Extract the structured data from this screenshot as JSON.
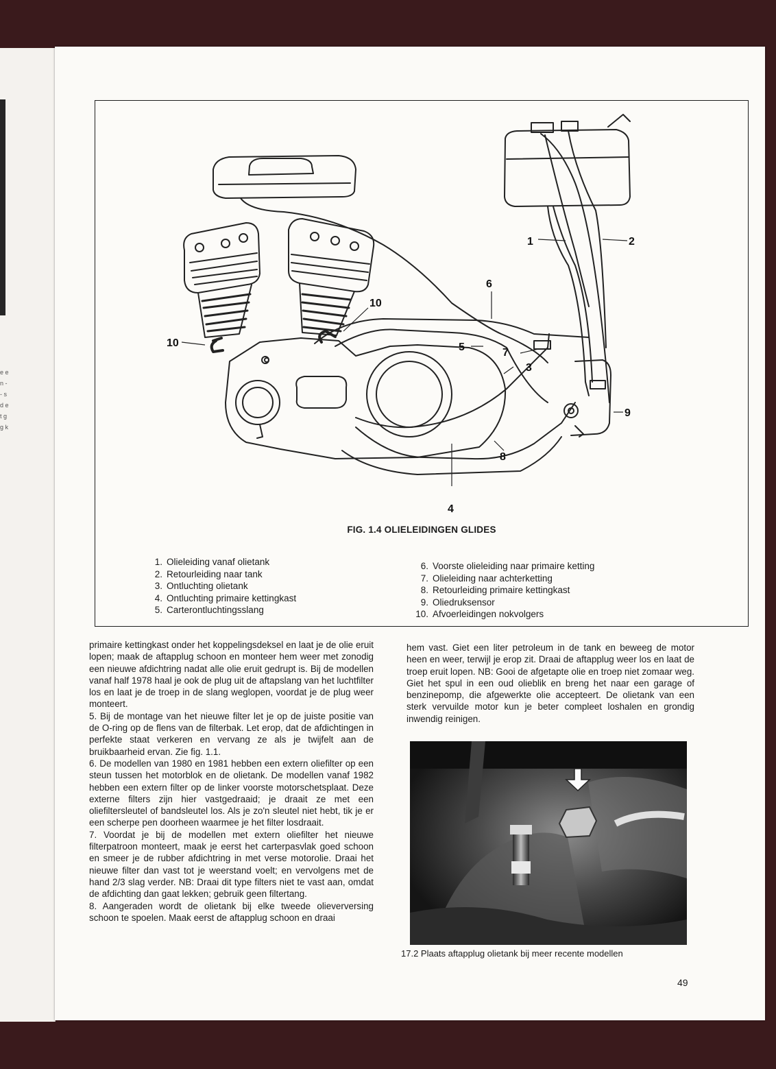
{
  "figure": {
    "title": "FIG. 1.4 OLIELEIDINGEN GLIDES",
    "callouts": [
      "1",
      "2",
      "3",
      "4",
      "5",
      "6",
      "7",
      "8",
      "9",
      "10",
      "10"
    ],
    "legend_left": [
      {
        "n": "1.",
        "text": "Olieleiding vanaf olietank"
      },
      {
        "n": "2.",
        "text": "Retourleiding naar tank"
      },
      {
        "n": "3.",
        "text": "Ontluchting olietank"
      },
      {
        "n": "4.",
        "text": "Ontluchting primaire kettingkast"
      },
      {
        "n": "5.",
        "text": "Carterontluchtingsslang"
      }
    ],
    "legend_right": [
      {
        "n": "6.",
        "text": "Voorste olieleiding naar primaire ketting"
      },
      {
        "n": "7.",
        "text": "Olieleiding naar achterketting"
      },
      {
        "n": "8.",
        "text": "Retourleiding primaire kettingkast"
      },
      {
        "n": "9.",
        "text": "Oliedruksensor"
      },
      {
        "n": "10.",
        "text": "Afvoerleidingen nokvolgers"
      }
    ]
  },
  "text_left": [
    "primaire kettingkast onder het koppelingsdeksel en laat je de olie eruit lopen; maak de aftapplug schoon en monteer hem weer met zonodig een nieuwe afdichtring nadat alle olie eruit gedrupt is. Bij de modellen vanaf half 1978 haal je ook de plug uit de aftapslang van het luchtfilter los en laat je de troep in de slang weglopen, voordat je de plug weer monteert.",
    "5. Bij de montage van het nieuwe filter let je op de juiste positie van de O-ring op de flens van de filterbak. Let erop, dat de afdichtingen in perfekte staat verkeren en vervang ze als je twijfelt aan de bruikbaarheid ervan. Zie fig. 1.1.",
    "6. De modellen van 1980 en 1981 hebben een extern oliefilter op een steun tussen het motorblok en de olietank. De modellen vanaf 1982 hebben een extern filter op de linker voorste motorschetsplaat. Deze externe filters zijn hier vastgedraaid; je draait ze met een oliefiltersleutel of bandsleutel los. Als je zo'n sleutel niet hebt, tik je er een scherpe pen doorheen waarmee je het filter losdraait.",
    "7. Voordat je bij de modellen met extern oliefilter het nieuwe filterpatroon monteert, maak je eerst het carterpasvlak goed schoon en smeer je de rubber afdichtring in met verse motorolie. Draai het nieuwe filter dan vast tot je weerstand voelt; en vervolgens met de hand 2/3 slag verder. NB: Draai dit type filters niet te vast aan, omdat de afdichting dan gaat lekken; gebruik geen filtertang.",
    "8. Aangeraden wordt de olietank bij elke tweede olieverversing schoon te spoelen. Maak eerst de aftapplug schoon en draai"
  ],
  "text_right": [
    "hem vast. Giet een liter petroleum in de tank en beweeg de motor heen en weer, terwijl je erop zit. Draai de aftapplug weer los en laat de troep eruit lopen. NB: Gooi de afgetapte olie en troep niet zomaar weg. Giet het spul in een oud olieblik en breng het naar een garage of benzinepomp, die afgewerkte olie accepteert. De olietank van een sterk vervuilde motor kun je beter compleet loshalen en grondig inwendig reinigen."
  ],
  "photo_caption": "17.2 Plaats aftapplug olietank bij meer recente modellen",
  "page_number": "49",
  "edge_letters": "e e n - - s d e t g g k"
}
